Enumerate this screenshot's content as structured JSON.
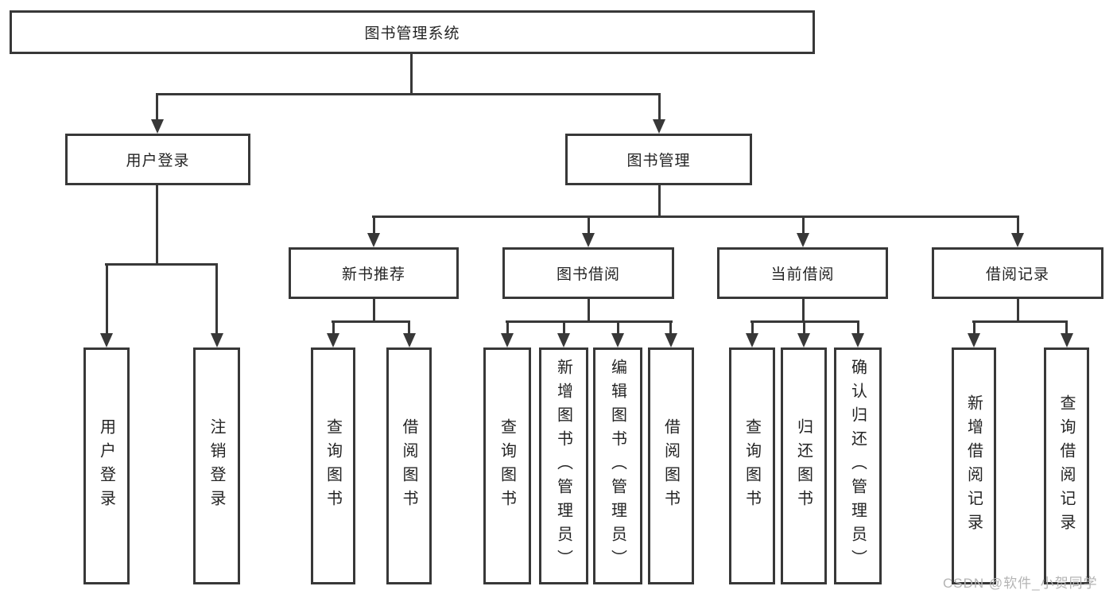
{
  "tree": {
    "label": "图书管理系统",
    "children": [
      {
        "label": "用户登录",
        "children": [
          {
            "label": "用户登录"
          },
          {
            "label": "注销登录"
          }
        ]
      },
      {
        "label": "图书管理",
        "children": [
          {
            "label": "新书推荐",
            "children": [
              {
                "label": "查询图书"
              },
              {
                "label": "借阅图书"
              }
            ]
          },
          {
            "label": "图书借阅",
            "children": [
              {
                "label": "查询图书"
              },
              {
                "label": "新增图书（管理员）"
              },
              {
                "label": "编辑图书（管理员）"
              },
              {
                "label": "借阅图书"
              }
            ]
          },
          {
            "label": "当前借阅",
            "children": [
              {
                "label": "查询图书"
              },
              {
                "label": "归还图书"
              },
              {
                "label": "确认归还（管理员）"
              }
            ]
          },
          {
            "label": "借阅记录",
            "children": [
              {
                "label": "新增借阅记录"
              },
              {
                "label": "查询借阅记录"
              }
            ]
          }
        ]
      }
    ]
  },
  "watermark": {
    "text": "CSDN @软件_小贺同学"
  },
  "theme": {
    "line_color": "#383838",
    "text_color": "#242424",
    "watermark_color": "#b4b4b4",
    "background": "#ffffff"
  }
}
